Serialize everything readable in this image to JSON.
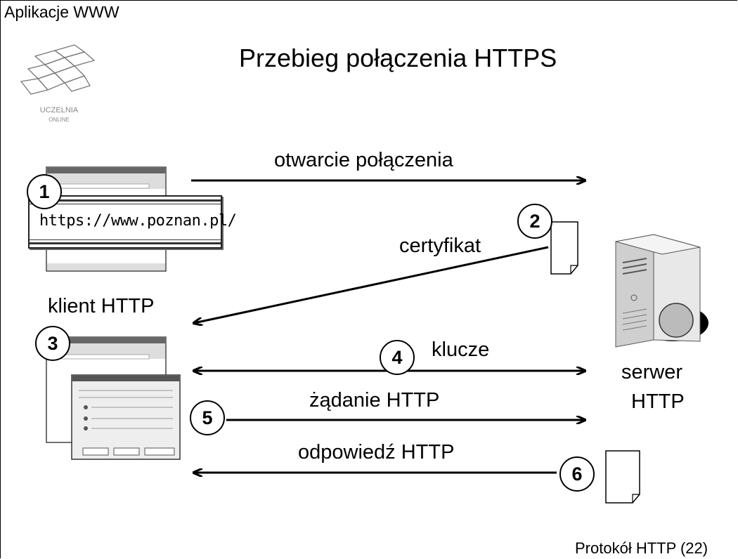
{
  "header": {
    "label": "Aplikacje WWW"
  },
  "title": "Przebieg połączenia HTTPS",
  "logo": {
    "line1": "UCZELNIA",
    "line2": "ONLINE"
  },
  "client": {
    "label": "klient HTTP"
  },
  "server": {
    "label_line1": "serwer",
    "label_line2": "HTTP"
  },
  "url": "https://www.poznan.pl/",
  "steps": [
    {
      "number": "1",
      "label": "otwarcie połączenia",
      "direction": "client-to-server"
    },
    {
      "number": "2",
      "label": "certyfikat",
      "direction": "server-to-client"
    },
    {
      "number": "3",
      "label": "",
      "direction": "client"
    },
    {
      "number": "4",
      "label": "klucze",
      "direction": "bidirectional"
    },
    {
      "number": "5",
      "label": "żądanie HTTP",
      "direction": "client-to-server"
    },
    {
      "number": "6",
      "label": "odpowiedź HTTP",
      "direction": "server-to-client"
    }
  ],
  "footer": "Protokół HTTP (22)"
}
